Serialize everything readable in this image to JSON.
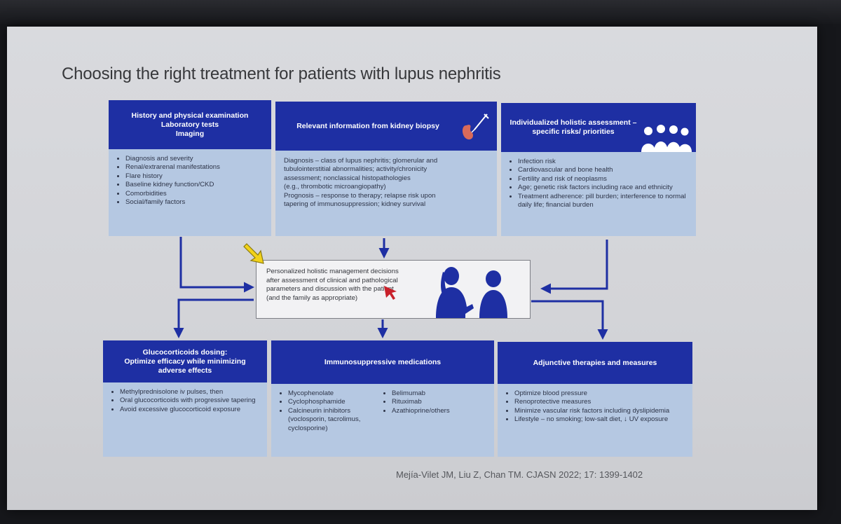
{
  "slide": {
    "title": "Choosing the right treatment for patients with lupus nephritis",
    "citation": "Mejía-Vilet JM, Liu Z, Chan TM. CJASN 2022; 17: 1399-1402"
  },
  "top_left": {
    "header": [
      "History and physical examination",
      "Laboratory tests",
      "Imaging"
    ],
    "items": [
      "Diagnosis and severity",
      "Renal/extrarenal manifestations",
      "Flare history",
      "Baseline kidney function/CKD",
      "Comorbidities",
      "Social/family factors"
    ]
  },
  "top_middle": {
    "header": "Relevant information from kidney biopsy",
    "icon": "kidney-biopsy-icon",
    "lines": [
      "Diagnosis – class of lupus nephritis; glomerular and",
      "tubulointerstitial abnormalities; activity/chronicity",
      "assessment; nonclassical histopathologies",
      "(e.g., thrombotic microangiopathy)",
      "Prognosis – response to therapy; relapse risk upon",
      "tapering of immunosuppression; kidney survival"
    ]
  },
  "top_right": {
    "header": [
      "Individualized holistic assessment –",
      "specific risks/ priorities"
    ],
    "icon": "people-group-icon",
    "items": [
      "Infection risk",
      "Cardiovascular and bone health",
      "Fertility and risk of neoplasms",
      "Age; genetic risk factors including race and ethnicity",
      "Treatment adherence: pill burden; interference to normal daily life; financial burden"
    ]
  },
  "center": {
    "lines": [
      "Personalized holistic management decisions",
      "after assessment of clinical and pathological",
      "parameters and discussion with the patient",
      "(and the family as appropriate)"
    ],
    "icon": "doctor-patient-icon"
  },
  "bottom_left": {
    "header": [
      "Glucocorticoids dosing:",
      "Optimize efficacy while minimizing",
      "adverse effects"
    ],
    "items": [
      "Methylprednisolone iv pulses, then",
      "Oral glucocorticoids with progressive tapering",
      "Avoid excessive glucocorticoid exposure"
    ]
  },
  "bottom_middle": {
    "header": "Immunosuppressive medications",
    "items_col1": [
      "Mycophenolate",
      "Cyclophosphamide",
      "Calcineurin inhibitors (voclosporin, tacrolimus, cyclosporine)"
    ],
    "items_col2": [
      "Belimumab",
      "Rituximab",
      "Azathioprine/others"
    ]
  },
  "bottom_right": {
    "header": "Adjunctive therapies and measures",
    "items": [
      "Optimize blood pressure",
      "Renoprotective measures",
      "Minimize vascular risk factors including dyslipidemia",
      "Lifestyle – no smoking; low-salt diet, ↓ UV exposure"
    ]
  },
  "colors": {
    "header_blue": "#1e2fa3",
    "body_blue": "#b5c8e2",
    "arrow_blue": "#1e2fa3",
    "pointer_yellow": "#f2d21a",
    "cursor_red": "#c8202a"
  }
}
